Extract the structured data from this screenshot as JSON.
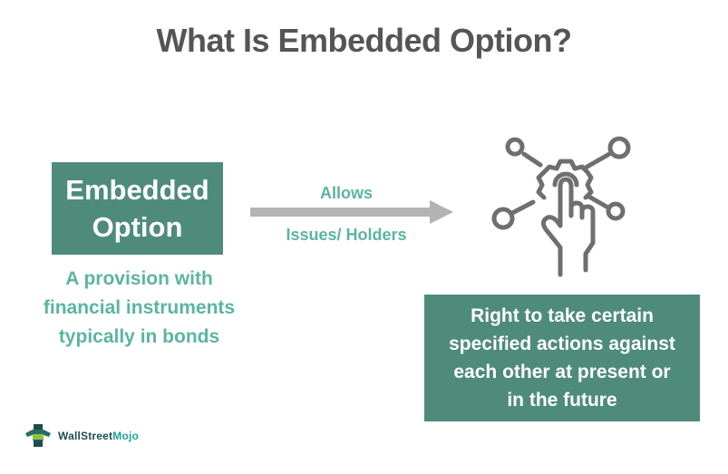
{
  "title": "What Is Embedded Option?",
  "left_box": {
    "line1": "Embedded",
    "line2": "Option"
  },
  "left_description": {
    "line1": "A provision with",
    "line2": "financial instruments",
    "line3": "typically in bonds"
  },
  "arrow": {
    "label_top": "Allows",
    "label_bottom": "Issues/ Holders",
    "icon": "right-arrow"
  },
  "right_icon": "hand-touch-gear-network-icon",
  "right_box": {
    "line1": "Right to take certain",
    "line2": "specified actions against",
    "line3": "each other at present or",
    "line4": "in the future"
  },
  "logo": {
    "part1": "WallStreet",
    "part2": "Mojo"
  },
  "colors": {
    "box_fill": "#4e8b7b",
    "accent_text": "#5bb5a0",
    "title_text": "#555555",
    "arrow": "#b3b3b3",
    "icon": "#6f6f6f"
  }
}
